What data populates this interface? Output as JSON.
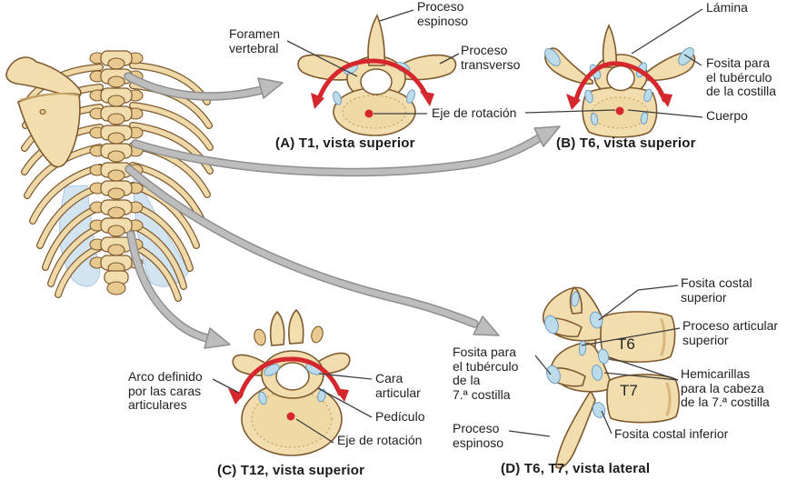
{
  "figure": {
    "subject": "vértebras torácicas",
    "colors": {
      "bone": "#f2ddae",
      "bone_shade": "#e3c287",
      "outline": "#7d5a2f",
      "facet_blue": "#bcdcec",
      "membrane_blue": "#d3e4f1",
      "red": "#d5282e",
      "arrow_gray": "#bdbdbd",
      "text": "#1f1f1f"
    }
  },
  "panels": {
    "a": {
      "caption": "(A) T1, vista superior"
    },
    "b": {
      "caption": "(B) T6, vista superior"
    },
    "c": {
      "caption": "(C) T12, vista superior"
    },
    "d": {
      "caption": "(D) T6, T7,  vista lateral"
    }
  },
  "labels": {
    "proceso_espinoso_a": {
      "lines": [
        "Proceso",
        "espinoso"
      ]
    },
    "foramen_vertebral": {
      "lines": [
        "Foramen",
        "vertebral"
      ]
    },
    "proceso_transverso": {
      "lines": [
        "Proceso",
        "transverso"
      ]
    },
    "eje_de_rotacion_ab": {
      "lines": [
        "Eje de rotación"
      ]
    },
    "lamina": {
      "lines": [
        "Lámina"
      ]
    },
    "fosita_tuberculo_costilla": {
      "lines": [
        "Fosita para",
        "el tubérculo",
        "de la costilla"
      ]
    },
    "cuerpo": {
      "lines": [
        "Cuerpo"
      ]
    },
    "arco_definido": {
      "lines": [
        "Arco definido",
        "por las caras",
        "articulares"
      ]
    },
    "cara_articular": {
      "lines": [
        "Cara",
        "articular"
      ]
    },
    "pediculo": {
      "lines": [
        "Pedículo"
      ]
    },
    "eje_de_rotacion_c": {
      "lines": [
        "Eje de rotación"
      ]
    },
    "fosita_costal_superior": {
      "lines": [
        "Fosita costal",
        "superior"
      ]
    },
    "proceso_articular_superior": {
      "lines": [
        "Proceso articular",
        "superior"
      ]
    },
    "hemicarillas": {
      "lines": [
        "Hemicarillas",
        "para la cabeza",
        "de la 7.ª costilla"
      ]
    },
    "fosita_tuberculo_7a": {
      "lines": [
        "Fosita para",
        "el tubérculo",
        "de la",
        "7.ª costilla"
      ]
    },
    "proceso_espinoso_d": {
      "lines": [
        "Proceso",
        "espinoso"
      ]
    },
    "fosita_costal_inferior": {
      "lines": [
        "Fosita costal inferior"
      ]
    },
    "t6": "T6",
    "t7": "T7"
  }
}
